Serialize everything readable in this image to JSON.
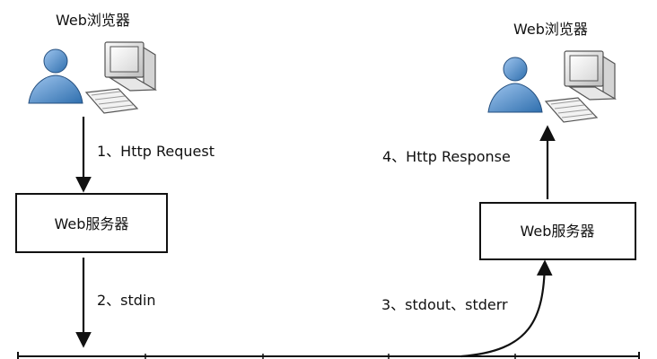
{
  "nodes": {
    "browser_left_title": "Web浏览器",
    "browser_right_title": "Web浏览器",
    "server_left_label": "Web服务器",
    "server_right_label": "Web服务器"
  },
  "edges": {
    "step1": "1、Http Request",
    "step2": "2、stdin",
    "step3": "3、stdout、stderr",
    "step4": "4、Http Response"
  },
  "colors": {
    "user_blue": "#5b8fc7",
    "user_blue_dark": "#2f5f93",
    "monitor_light": "#f0f0f0",
    "monitor_dark": "#6f6f6f",
    "stroke": "#111111"
  },
  "icons": {
    "user": "user-icon",
    "computer": "computer-icon"
  }
}
